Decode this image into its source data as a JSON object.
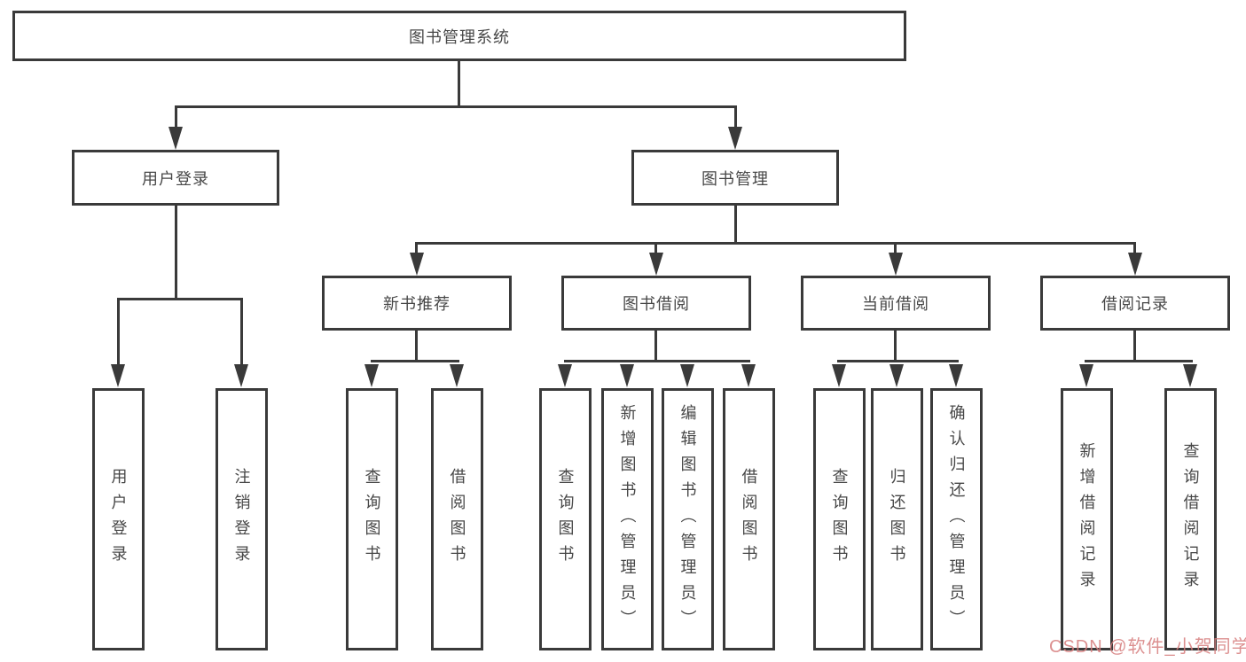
{
  "diagram": {
    "root": {
      "label": "图书管理系统"
    },
    "branches": [
      {
        "label": "用户登录",
        "leaves": [
          {
            "label": "用户登录"
          },
          {
            "label": "注销登录"
          }
        ]
      },
      {
        "label": "图书管理",
        "groups": [
          {
            "label": "新书推荐",
            "leaves": [
              {
                "label": "查询图书"
              },
              {
                "label": "借阅图书"
              }
            ]
          },
          {
            "label": "图书借阅",
            "leaves": [
              {
                "label": "查询图书"
              },
              {
                "label": "新增图书（管理员）"
              },
              {
                "label": "编辑图书（管理员）"
              },
              {
                "label": "借阅图书"
              }
            ]
          },
          {
            "label": "当前借阅",
            "leaves": [
              {
                "label": "查询图书"
              },
              {
                "label": "归还图书"
              },
              {
                "label": "确认归还（管理员）"
              }
            ]
          },
          {
            "label": "借阅记录",
            "leaves": [
              {
                "label": "新增借阅记录"
              },
              {
                "label": "查询借阅记录"
              }
            ]
          }
        ]
      }
    ]
  },
  "watermark": {
    "text": "CSDN @软件_小贺同学"
  },
  "colors": {
    "line": "#3a3a3a",
    "text": "#474747",
    "background": "#ffffff",
    "watermark": "#d67d7d"
  }
}
